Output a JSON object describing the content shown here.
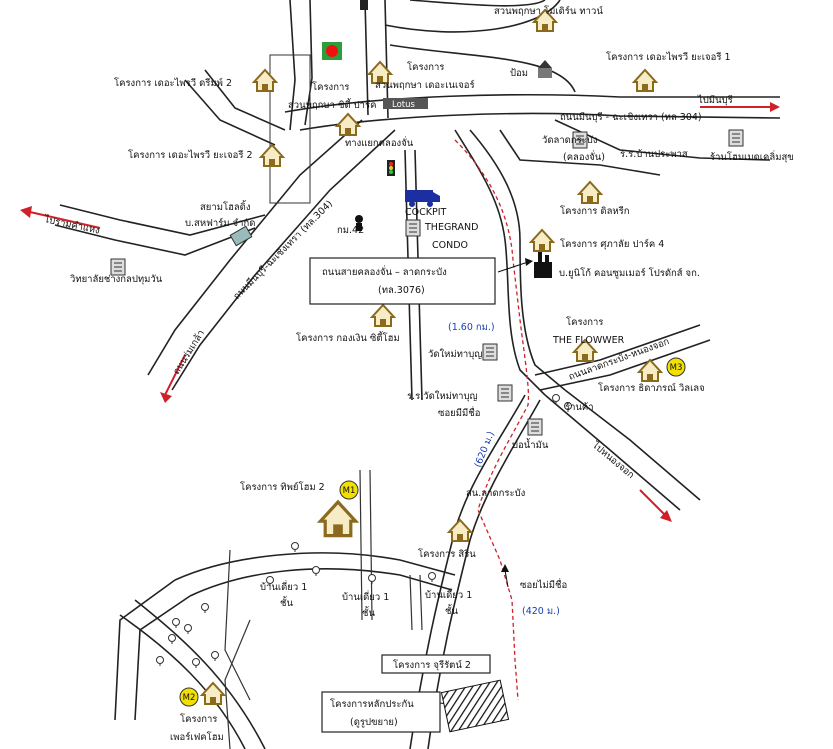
{
  "map": {
    "labels": {
      "suan_pattaya_top": "สวนพฤกษา โมเดิร์น ทาวน์",
      "breeze_park_2": "โครงการ เดอะไพรวี ดรีมพ์ 2",
      "project": "โครงการ",
      "suan_pattaya_elegance": "สวนพฤกษา เดอะเนเจอร์",
      "pom": "ป้อม",
      "breeze_1": "โครงการ เดอะไพรวี ยะเจอรี 1",
      "suan_city_park": "สวนพฤกษา ซิตี้ ปาร์ค",
      "lotus": "Lotus",
      "to_minburi": "ไปมีนบุรี",
      "road_minburi": "ถนนมีนบุรี - ฉะเชิงเทรา (ทล 304)",
      "breeze_2": "โครงการ เดอะไพรวี ยะเจอรี 2",
      "wat": "วัดลาดกระบัง",
      "wat_sub": "(คลองจั่น)",
      "school": "ร.ร.บ้านประพาส",
      "market": "ร้านโฮมเมดเคลิ่มสุข",
      "junction": "ทางแยกคลองจั่น",
      "siam_hotel_1": "สยามโฮลดิ้ง",
      "siam_hotel_2": "บ.สหฟาร์ม จำกัด",
      "cockpit": "COCKPIT",
      "to_ramkhamhaeng": "ไปรามคำแหง",
      "km42": "กม.42",
      "grand_condo_1": "THEGRAND",
      "grand_condo_2": "CONDO",
      "project_condo": "โครงการ ดิลหรีก",
      "project_supalai": "โครงการ ศุภาลัย ปาร์ค 4",
      "callout_line1": "ถนนสายคลองจั่น – ลาดกระบัง",
      "callout_line2": "(ทล.3076)",
      "factory": "บ.ยูนิโก้ คอนซูมเมอร์ โปรดักส์ จก.",
      "school_vocational": "วิทยาลัยช่างกลปทุมวัน",
      "road_rama9": "ถนนร่มเกล้า",
      "road_vert": "ถนนมีนบุรี-ฉะเชิงเทรา (ทล.304)",
      "dist_1": "(1.60 กม.)",
      "project_flower_1": "โครงการ",
      "project_flower_2": "THE FLOWWER",
      "project_kongkhen": "โครงการ กองเงิน ซิตี้โฮม",
      "temple2": "วัดใหม่ทาบุญ",
      "road_diag": "ถนนลาดกระบัง-หนองจอก",
      "project_tanaporn": "โครงการ ธิดาภรณ์ วิลเลจ",
      "school_2": "ร.ร.วัดใหม่ทาบุญ",
      "shop": "ร้านค้า",
      "soi_mimi": "ซอยมีมีชื่อ",
      "well": "บ่อน้ำมัน",
      "to_nongchok": "ไปหนองจอก",
      "project_tiplee_2": "โครงการ ทิพย์โฮม 2",
      "label_m1": "M1",
      "label_m2": "M2",
      "label_m3": "M3",
      "dist_2": "(620 ม.)",
      "police": "สน.ลาดกระบัง",
      "project_siri": "โครงการ สิริน",
      "house_1a": "บ้านเดี่ยว 1",
      "house_1b": "ชั้น",
      "house_2a": "บ้านเดี่ยว 1",
      "house_2b": "ชั้น",
      "house_3a": "บ้านเดี่ยว 1",
      "house_3b": "ชั้น",
      "soi_mimi_2": "ซอยไม่มีชื่อ",
      "dist_3": "(420 ม.)",
      "project_charoen": "โครงการ จุรีรัตน์ 2",
      "project_main_1": "โครงการหลักประกัน",
      "project_main_2": "(ดูรูปขยาย)",
      "project_perfect_1": "โครงการ",
      "project_perfect_2": "เพอร์เฟคโฮม"
    },
    "colors": {
      "route": "#d0202a",
      "distance_text": "#1a3fb0",
      "house_icon": "#8b6a1e",
      "badge": "#f2e000",
      "truck": "#1b2fa0"
    }
  }
}
